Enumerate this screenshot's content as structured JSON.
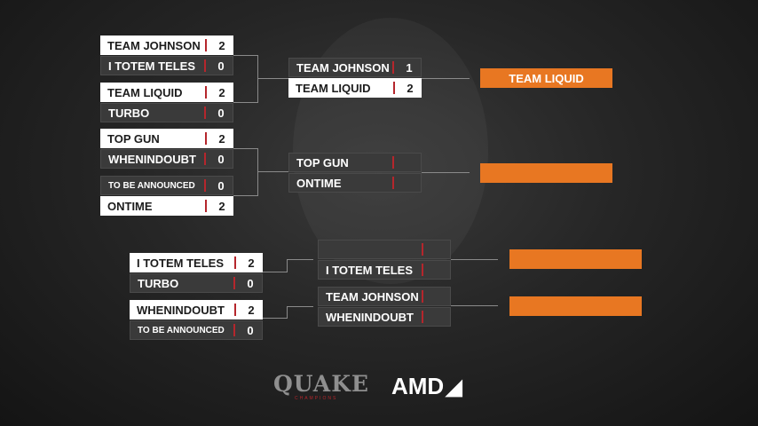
{
  "upper_round1": [
    [
      {
        "name": "TEAM JOHNSON",
        "score": "2",
        "win": true
      },
      {
        "name": "I TOTEM TELES",
        "score": "0",
        "win": false
      }
    ],
    [
      {
        "name": "TEAM LIQUID",
        "score": "2",
        "win": true
      },
      {
        "name": "TURBO",
        "score": "0",
        "win": false
      }
    ],
    [
      {
        "name": "TOP GUN",
        "score": "2",
        "win": true
      },
      {
        "name": "WHENINDOUBT",
        "score": "0",
        "win": false
      }
    ],
    [
      {
        "name": "TO BE ANNOUNCED",
        "score": "0",
        "win": false
      },
      {
        "name": "ONTIME",
        "score": "2",
        "win": true
      }
    ]
  ],
  "upper_round2": [
    [
      {
        "name": "TEAM JOHNSON",
        "score": "1",
        "win": false
      },
      {
        "name": "TEAM LIQUID",
        "score": "2",
        "win": true
      }
    ],
    [
      {
        "name": "TOP GUN",
        "score": "",
        "win": false
      },
      {
        "name": "ONTIME",
        "score": "",
        "win": false
      }
    ]
  ],
  "upper_results": [
    "TEAM LIQUID",
    ""
  ],
  "lower_round1": [
    [
      {
        "name": "I TOTEM TELES",
        "score": "2",
        "win": true
      },
      {
        "name": "TURBO",
        "score": "0",
        "win": false
      }
    ],
    [
      {
        "name": "WHENINDOUBT",
        "score": "2",
        "win": true
      },
      {
        "name": "TO BE ANNOUNCED",
        "score": "0",
        "win": false
      }
    ]
  ],
  "lower_round2": [
    [
      {
        "name": "",
        "score": "",
        "win": false
      },
      {
        "name": "I TOTEM TELES",
        "score": "",
        "win": false
      }
    ],
    [
      {
        "name": "TEAM JOHNSON",
        "score": "",
        "win": false
      },
      {
        "name": "WHENINDOUBT",
        "score": "",
        "win": false
      }
    ]
  ],
  "lower_results": [
    "",
    ""
  ],
  "logos": {
    "quake": "QUAKE",
    "quake_sub": "CHAMPIONS",
    "amd": "AMD"
  },
  "colors": {
    "accent": "#e87722",
    "divider": "#b5262c",
    "winner_bg": "#ffffff",
    "loser_bg": "#3a3a3a"
  }
}
